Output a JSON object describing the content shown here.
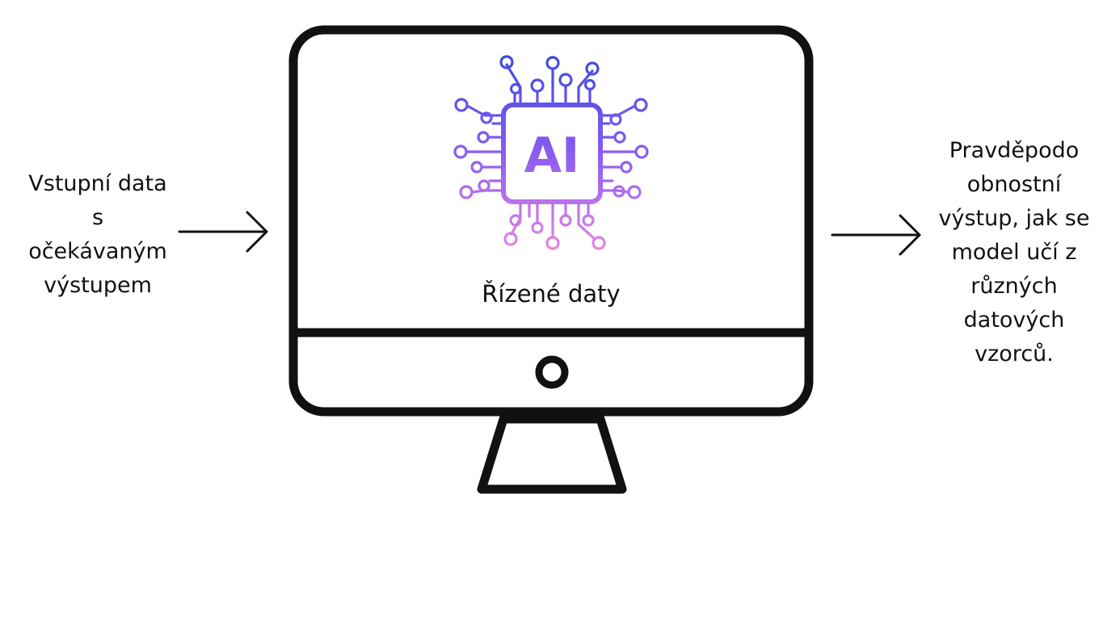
{
  "diagram": {
    "input_label": "Vstupní data\ns\nočekávaným\nvýstupem",
    "output_label": "Pravděpodo\nobnostní\nvýstup, jak se\nmodel učí z\nrůzných\ndatových\nvzorců.",
    "monitor_caption": "Řízené daty",
    "chip_label": "AI",
    "icon": "ai-chip-icon",
    "colors": {
      "stroke": "#111111",
      "gradient_top": "#3D4BE0",
      "gradient_mid": "#8B5CF0",
      "gradient_bottom": "#E487E4"
    }
  }
}
